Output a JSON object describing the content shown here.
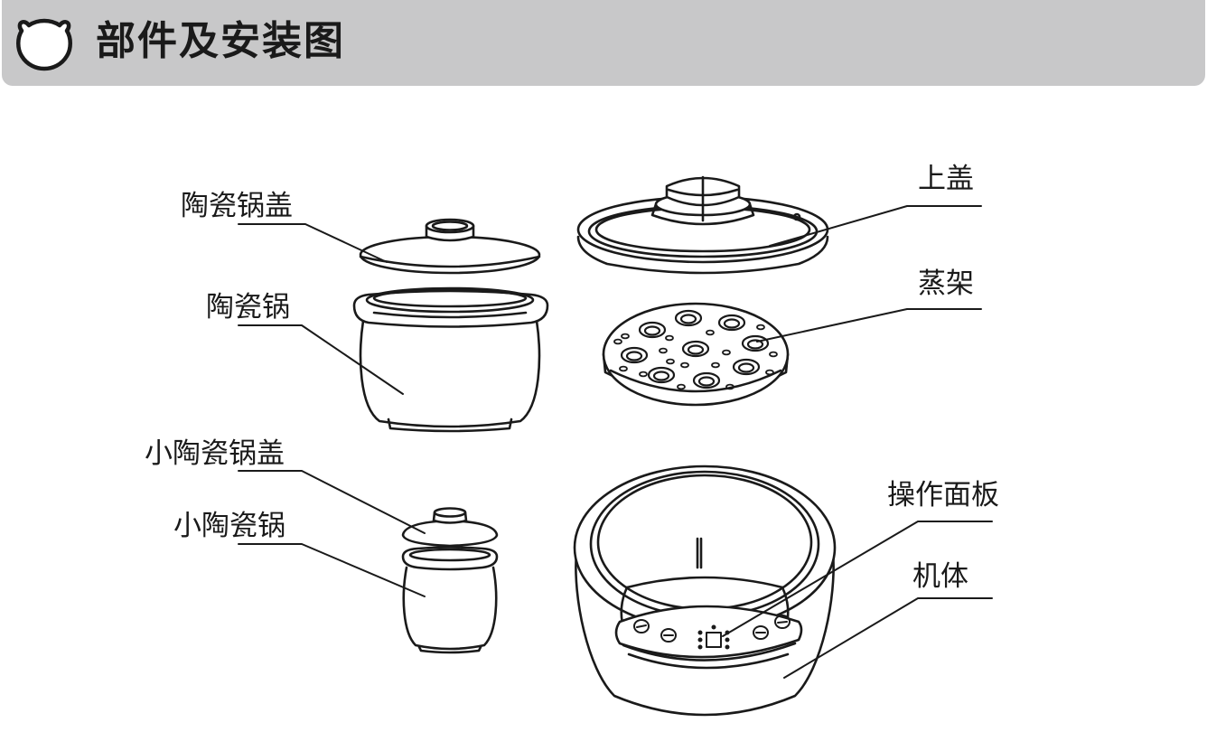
{
  "header": {
    "title": "部件及安装图",
    "icon": "bear-head-icon",
    "bar_color": "#c8c8c9"
  },
  "parts": {
    "ceramic_lid": "陶瓷锅盖",
    "ceramic_pot": "陶瓷锅",
    "small_ceramic_lid": "小陶瓷锅盖",
    "small_ceramic_pot": "小陶瓷锅",
    "top_lid": "上盖",
    "steam_rack": "蒸架",
    "control_panel": "操作面板",
    "body": "机体"
  },
  "colors": {
    "line": "#1a1a1a",
    "background": "#ffffff"
  }
}
